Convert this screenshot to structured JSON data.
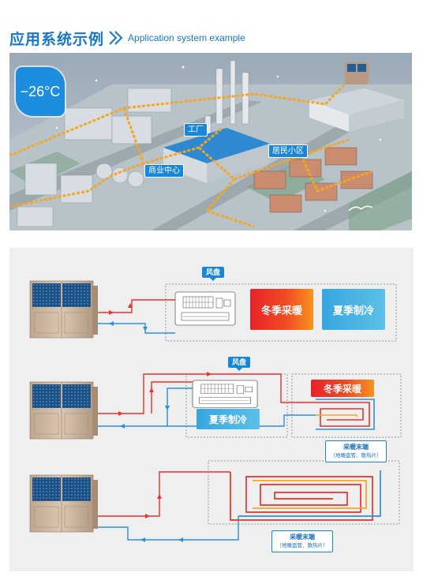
{
  "header": {
    "title_cn": "应用系统示例",
    "title_en": "Application system example"
  },
  "aerial": {
    "temperature": "−26°C",
    "labels": {
      "factory": "工厂",
      "residential": "居民小区",
      "commercial": "商业中心"
    }
  },
  "schematics": [
    {
      "fan_coil_label": "风盘",
      "heating_label": "冬季采暖",
      "cooling_label": "夏季制冷"
    },
    {
      "fan_coil_label": "风盘",
      "heating_label": "冬季采暖",
      "cooling_label": "夏季制冷",
      "terminal_title": "采暖末端",
      "terminal_sub": "（地暖盘管、散热片）"
    },
    {
      "terminal_title": "采暖末端",
      "terminal_sub": "（地暖盘管、散热片）"
    }
  ],
  "colors": {
    "accent_blue": "#1677c8",
    "hot_pipe": "#e8332a",
    "cold_pipe": "#2b8fe0",
    "heating_gradient": [
      "#e8232a",
      "#f7921e"
    ],
    "cooling_fill": "#4ab4e5"
  }
}
